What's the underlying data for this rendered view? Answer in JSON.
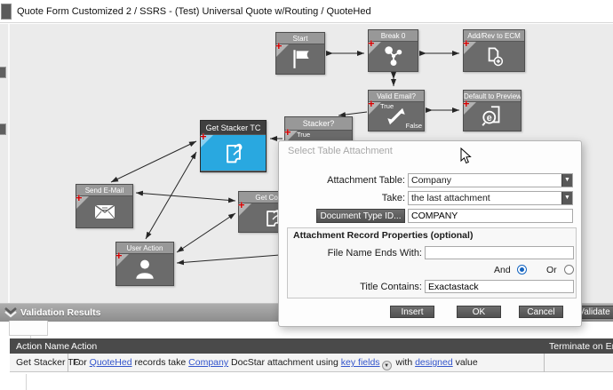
{
  "window": {
    "title": "Quote Form Customized 2 / SSRS - (Test) Universal Quote w/Routing / QuoteHed"
  },
  "canvas": {
    "nodes": [
      {
        "id": "start",
        "label": "Start"
      },
      {
        "id": "break-0",
        "label": "Break 0"
      },
      {
        "id": "add-rev-to-ecm",
        "label": "Add/Rev to ECM"
      },
      {
        "id": "valid-email",
        "label": "Valid Email?",
        "true_label": "True",
        "false_label": "False"
      },
      {
        "id": "default-to-preview",
        "label": "Default to Preview"
      },
      {
        "id": "get-stacker-tc",
        "label": "Get Stacker TC",
        "selected": true
      },
      {
        "id": "stacker",
        "label": "Stacker?",
        "true_label": "True"
      },
      {
        "id": "send-email",
        "label": "Send E-Mail"
      },
      {
        "id": "get-contra",
        "label": "Get Contra"
      },
      {
        "id": "user-action",
        "label": "User Action"
      }
    ]
  },
  "dialog": {
    "title": "Select Table Attachment",
    "fields": {
      "attachment_table_label": "Attachment Table:",
      "attachment_table_value": "Company",
      "take_label": "Take:",
      "take_value": "the last attachment",
      "document_type_button": "Document Type ID...",
      "document_type_value": "COMPANY"
    },
    "group": {
      "title": "Attachment Record Properties (optional)",
      "file_name_label": "File Name Ends With:",
      "file_name_value": "",
      "and_label": "And",
      "or_label": "Or",
      "and_selected": true,
      "title_contains_label": "Title Contains:",
      "title_contains_value": "Exactastack"
    },
    "buttons": {
      "insert": "Insert",
      "ok": "OK",
      "cancel": "Cancel"
    }
  },
  "validation_bar": {
    "label": "Validation Results",
    "validate_button": "Validate"
  },
  "table": {
    "headers": [
      "Action Name",
      "Action",
      "Terminate on Err"
    ],
    "row": {
      "action_name": "Get Stacker TC",
      "parts": [
        "For ",
        "QuoteHed",
        " records take ",
        "Company",
        " DocStar attachment using ",
        "key fields",
        " with ",
        "designed",
        " value"
      ],
      "dropdown_glyph": "▼",
      "terminate_checked": false
    }
  },
  "colors": {
    "selected_node": "#29a8e0",
    "node_gray": "#6b6b6b",
    "node_title_gray": "#989898",
    "link_blue": "#3355cc",
    "radio_selected": "#1464c0",
    "plus_red": "#d40000",
    "table_header": "#4a4a4a"
  }
}
